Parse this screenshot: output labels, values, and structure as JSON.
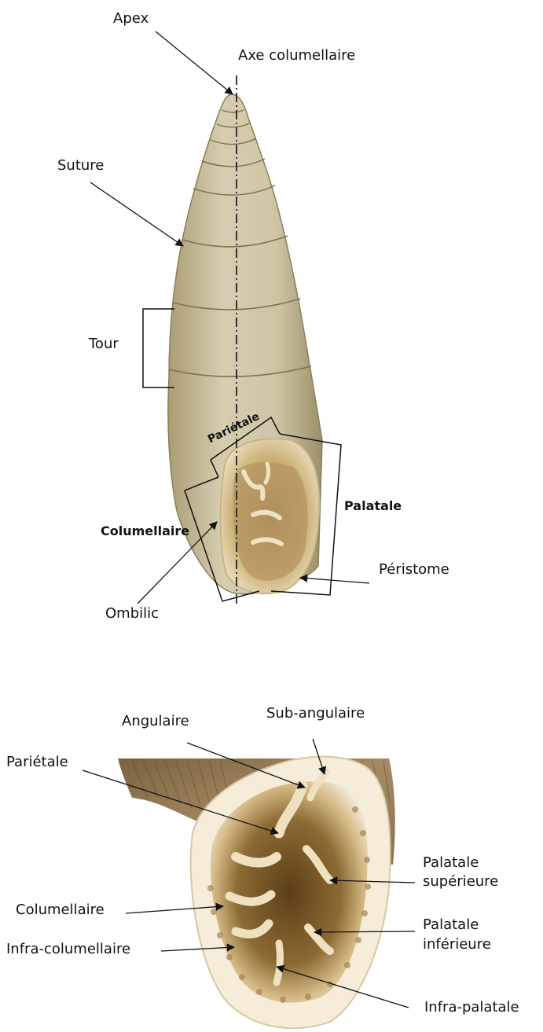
{
  "figure": {
    "top": {
      "labels": {
        "apex": "Apex",
        "axis": "Axe columellaire",
        "suture": "Suture",
        "tour": "Tour",
        "parietale": "Pariétale",
        "palatale": "Palatale",
        "columellaire": "Columellaire",
        "peristome": "Péristome",
        "ombilic": "Ombilic"
      }
    },
    "bottom": {
      "labels": {
        "angulaire": "Angulaire",
        "sub_angulaire": "Sub-angulaire",
        "parietale": "Pariétale",
        "palatale_sup_1": "Palatale",
        "palatale_sup_2": "supérieure",
        "columellaire": "Columellaire",
        "palatale_inf_1": "Palatale",
        "palatale_inf_2": "inférieure",
        "infra_columellaire": "Infra-columellaire",
        "infra_palatale": "Infra-palatale"
      }
    }
  },
  "colors": {
    "shell_light": "#d9d0b4",
    "shell_mid": "#c2b790",
    "shell_dark": "#8f825d",
    "aperture_rim": "#f4ecd8",
    "aperture_inner": "#7a5a2c",
    "lines": "#111111"
  }
}
